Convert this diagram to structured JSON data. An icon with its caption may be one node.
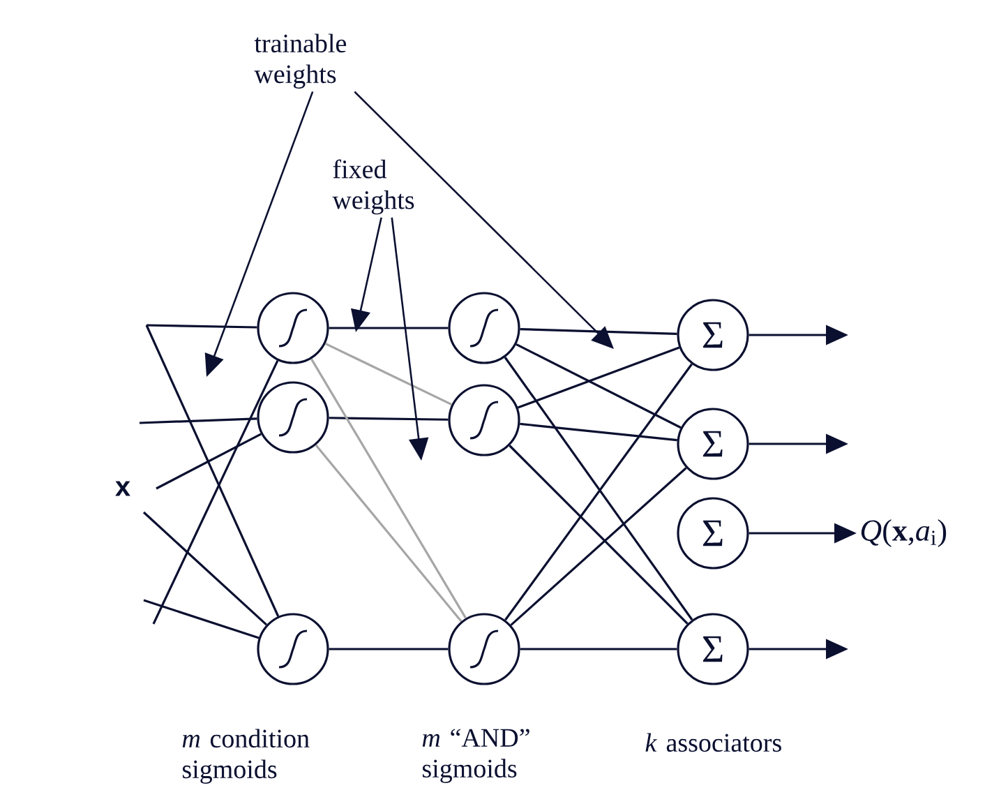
{
  "diagram": {
    "nodes": [
      {
        "text": [
          "trainable weights"
        ]
      },
      {
        "text": [
          "fixed weights"
        ]
      },
      {
        "text": [],
        "shape": "circle"
      },
      {
        "text": [],
        "shape": "circle"
      },
      {
        "text": [],
        "shape": "circle"
      },
      {
        "text": [],
        "shape": "circle"
      },
      {
        "text": [],
        "shape": "circle"
      },
      {
        "text": [],
        "shape": "circle"
      },
      {
        "text": [
          "Σ"
        ]
      },
      {
        "text": [
          "Σ"
        ]
      },
      {
        "text": [
          "Σ"
        ]
      },
      {
        "text": [
          "Σ"
        ]
      },
      {
        "text": [
          "*Q*(**x**,*a*$_{i}$)"
        ]
      }
    ],
    "edges": [
      {
        "from": null,
        "to": 2,
        "arrow": "none"
      },
      {
        "from": null,
        "to": 4,
        "arrow": "none"
      },
      {
        "from": null,
        "to": 3,
        "arrow": "none"
      },
      {
        "from": null,
        "to": 3,
        "arrow": "none"
      },
      {
        "from": null,
        "to": 4,
        "arrow": "none"
      },
      {
        "from": null,
        "to": 4,
        "arrow": "none"
      },
      {
        "from": null,
        "to": 2,
        "arrow": "none"
      },
      {
        "from": 2,
        "to": 5,
        "arrow": "none"
      },
      {
        "from": 3,
        "to": 6,
        "arrow": "none"
      },
      {
        "from": 4,
        "to": 7,
        "arrow": "none"
      },
      {
        "from": 2,
        "to": 6,
        "arrow": "none",
        "color": "#a6a6a6"
      },
      {
        "from": 2,
        "to": 7,
        "arrow": "none",
        "color": "#a6a6a6"
      },
      {
        "from": 3,
        "to": 7,
        "arrow": "none",
        "color": "#a6a6a6"
      },
      {
        "from": 5,
        "to": 8,
        "arrow": "none"
      },
      {
        "from": 5,
        "to": 9,
        "arrow": "none"
      },
      {
        "from": 5,
        "to": 11,
        "arrow": "none"
      },
      {
        "from": 6,
        "to": 8,
        "arrow": "none"
      },
      {
        "from": 6,
        "to": 9,
        "arrow": "none"
      },
      {
        "from": 6,
        "to": 11,
        "arrow": "none"
      },
      {
        "from": 7,
        "to": 8,
        "arrow": "none"
      },
      {
        "from": 7,
        "to": 9,
        "arrow": "none"
      },
      {
        "from": 7,
        "to": 11,
        "arrow": "none"
      },
      {
        "from": 8,
        "to": null,
        "arrow": "to"
      },
      {
        "from": 9,
        "to": null,
        "arrow": "to"
      },
      {
        "from": 10,
        "to": 12,
        "arrow": "to"
      },
      {
        "from": 11,
        "to": null,
        "arrow": "to"
      },
      {
        "from": 0,
        "to": null,
        "arrow": "to"
      },
      {
        "from": 0,
        "to": null,
        "arrow": "to"
      },
      {
        "from": 1,
        "to": null,
        "arrow": "to"
      },
      {
        "from": 1,
        "to": null,
        "arrow": "to"
      }
    ],
    "labels": [
      "x",
      "*m* condition sigmoids",
      "*m* “AND” sigmoids",
      "*k* associators"
    ]
  }
}
